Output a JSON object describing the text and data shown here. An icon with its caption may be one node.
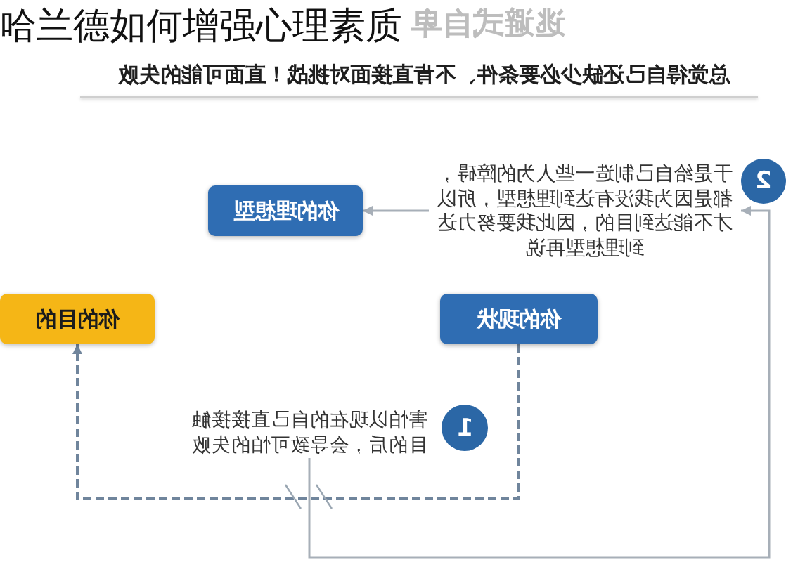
{
  "diagram": {
    "title": "哈兰德如何增强心理素质",
    "nodes": [
      {
        "text": [
          "于是给自己制造一些人为的障碍，都是因为我没有达到理想型，所以才不能达到目的，因此我要努力达到理想型再说"
        ]
      },
      {
        "text": [
          "2"
        ]
      },
      {
        "text": [
          "你的理想型"
        ]
      },
      {
        "text": [
          "你的目的"
        ]
      },
      {
        "text": [
          "你的现状"
        ]
      },
      {
        "text": [
          "害怕以现在的自己直接接触目的后，会导致可怕的失败"
        ]
      },
      {
        "text": [
          "1"
        ]
      }
    ],
    "edges": [
      {
        "from": 4,
        "to": 3,
        "arrow": "to",
        "style": "dashed",
        "color": "#70859c"
      },
      {
        "from": 5,
        "to": 0,
        "arrow": "to"
      },
      {
        "from": 0,
        "to": 2,
        "arrow": "to"
      }
    ],
    "labels": [
      "逃避式自卑",
      "总觉得自己还缺少必要条件、不肯直接面对挑战！直面可能的失败"
    ]
  }
}
